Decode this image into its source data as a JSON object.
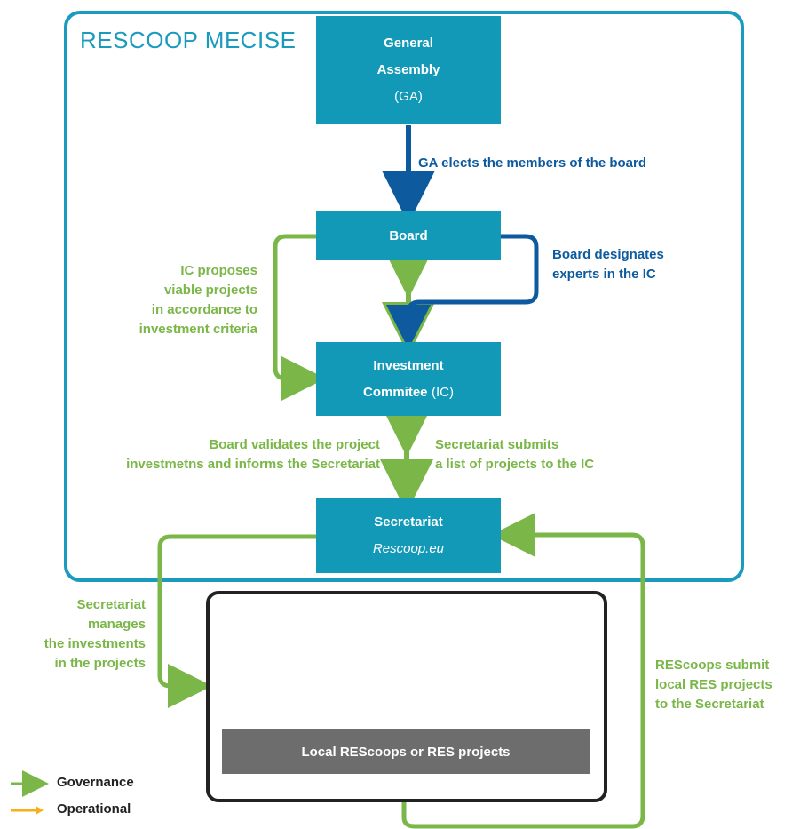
{
  "brand": {
    "logo_text": "RESCOOP MECISE"
  },
  "boxes": {
    "general_assembly": {
      "line1": "General",
      "line2": "Assembly",
      "line3": "(GA)"
    },
    "board": {
      "label": "Board"
    },
    "investment_committee": {
      "line1": "Investment",
      "line2": "Commitee",
      "line2_suffix": "(IC)"
    },
    "secretariat": {
      "title": "Secretariat",
      "subtitle": "Rescoop.eu"
    },
    "local": {
      "label": "Local REScoops or RES projects"
    }
  },
  "labels": {
    "ga_elects": "GA elects the members of the board",
    "board_designates": [
      "Board designates",
      "experts in the IC"
    ],
    "ic_proposes": [
      "IC proposes",
      "viable projects",
      "in accordance to",
      "investment criteria"
    ],
    "board_validates": [
      "Board validates the project",
      "investmetns and informs the Secretariat"
    ],
    "secretariat_submits": [
      "Secretariat submits",
      "a list of projects to the IC"
    ],
    "secretariat_manages": [
      "Secretariat",
      "manages",
      "the investments",
      "in the projects"
    ],
    "rescoops_submit": [
      "REScoops submit",
      "local RES projects",
      "to the Secretariat"
    ]
  },
  "legend": [
    {
      "label": "Governance",
      "color": "#7ab648"
    },
    {
      "label": "Operational",
      "color": "#f5b01a"
    }
  ],
  "colors": {
    "frame": "#1a9bbd",
    "box": "#1399b8",
    "governance_green": "#7ab648",
    "dark_blue": "#0d5a9e",
    "operational_orange": "#f5b01a"
  },
  "icons": [
    {
      "name": "lightbulb-pin-icon",
      "color": "#f5b01a"
    },
    {
      "name": "water-drop-pin-icon",
      "color": "#0d5a9e"
    },
    {
      "name": "wind-turbine-pin-icon",
      "color": "#1a9bbd"
    },
    {
      "name": "sun-pin-icon",
      "color": "#7ab648"
    },
    {
      "name": "power-pin-icon",
      "color": "#8b1a2b"
    }
  ]
}
